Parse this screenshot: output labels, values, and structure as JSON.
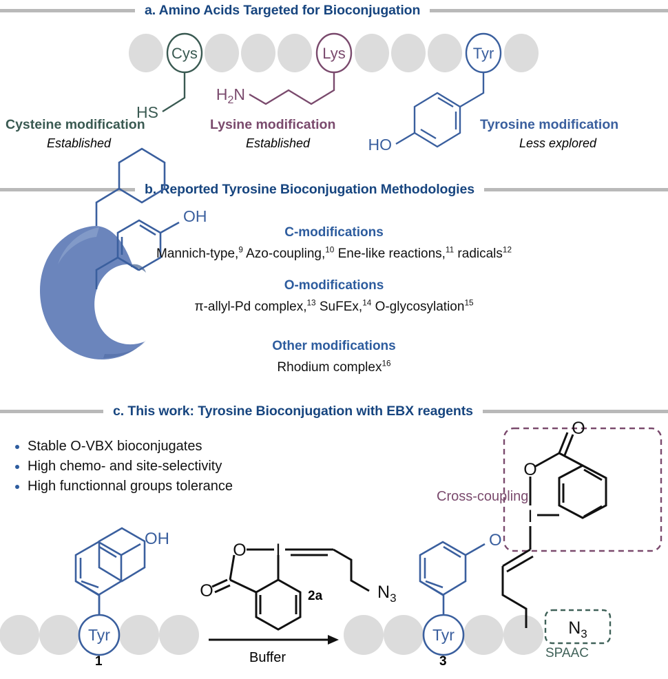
{
  "figure": {
    "title_color": "#17457f",
    "rule_color": "#b9b9b9",
    "bead_color": "#dcdcdc",
    "cys_color": "#3a5a52",
    "lys_color": "#7a4a6d",
    "tyr_color": "#3a5f9e",
    "protein_blob_color": "#6b85bc",
    "black": "#111111"
  },
  "panel_a": {
    "heading": "a. Amino Acids Targeted for Bioconjugation",
    "residues": [
      {
        "code": "Cys",
        "name_label": "Cysteine modification",
        "status": "Established",
        "color": "#3a5a52",
        "group_label": "HS"
      },
      {
        "code": "Lys",
        "name_label": "Lysine modification",
        "status": "Established",
        "color": "#7a4a6d",
        "group_label_html": "H2N"
      },
      {
        "code": "Tyr",
        "name_label": "Tyrosine modification",
        "status": "Less explored",
        "color": "#3a5f9e",
        "group_label": "HO"
      }
    ],
    "lys_amine_label": "H",
    "lys_amine_sub": "2",
    "lys_amine_tail": "N",
    "cys_thiol_label": "HS",
    "tyr_phenol_label": "HO"
  },
  "panel_b": {
    "heading": "b. Reported Tyrosine Bioconjugation Methodologies",
    "structure_label": "OH",
    "groups": [
      {
        "title": "C-modifications",
        "items": [
          {
            "text": "Mannich-type,",
            "ref": "9"
          },
          {
            "text": "Azo-coupling,",
            "ref": "10"
          },
          {
            "text": "Ene-like reactions,",
            "ref": "11"
          },
          {
            "text": "radicals",
            "ref": "12"
          }
        ]
      },
      {
        "title": "O-modifications",
        "items": [
          {
            "text": "π-allyl-Pd complex,",
            "ref": "13"
          },
          {
            "text": "SuFEx,",
            "ref": "14"
          },
          {
            "text": "O-glycosylation",
            "ref": "15"
          }
        ]
      },
      {
        "title": "Other modifications",
        "items": [
          {
            "text": "Rhodium complex",
            "ref": "16"
          }
        ]
      }
    ]
  },
  "panel_c": {
    "heading": "c. This work: Tyrosine Bioconjugation with EBX reagents",
    "bullets": [
      "Stable O-VBX bioconjugates",
      "High chemo- and site-selectivity",
      "High functionnal groups tolerance"
    ],
    "reactant_label": "1",
    "reagent_label": "2a",
    "product_label": "3",
    "arrow_condition": "Buffer",
    "residue_code": "Tyr",
    "phenol_label": "OH",
    "ether_label": "O",
    "reagent_atoms": {
      "oxygen": "O",
      "carbonyl_oxygen": "O",
      "iodine": "I",
      "azide": "N",
      "azide_sub": "3"
    },
    "product_atoms": {
      "ether_oxygen": "O",
      "ring_oxygen": "O",
      "carbonyl_oxygen": "O",
      "iodine": "I",
      "azide": "N",
      "azide_sub": "3"
    },
    "cross_coupling_label": "Cross-coupling",
    "spaac_label": "SPAAC",
    "cross_coupling_color": "#7a4a6d",
    "spaac_color": "#3f6158"
  }
}
